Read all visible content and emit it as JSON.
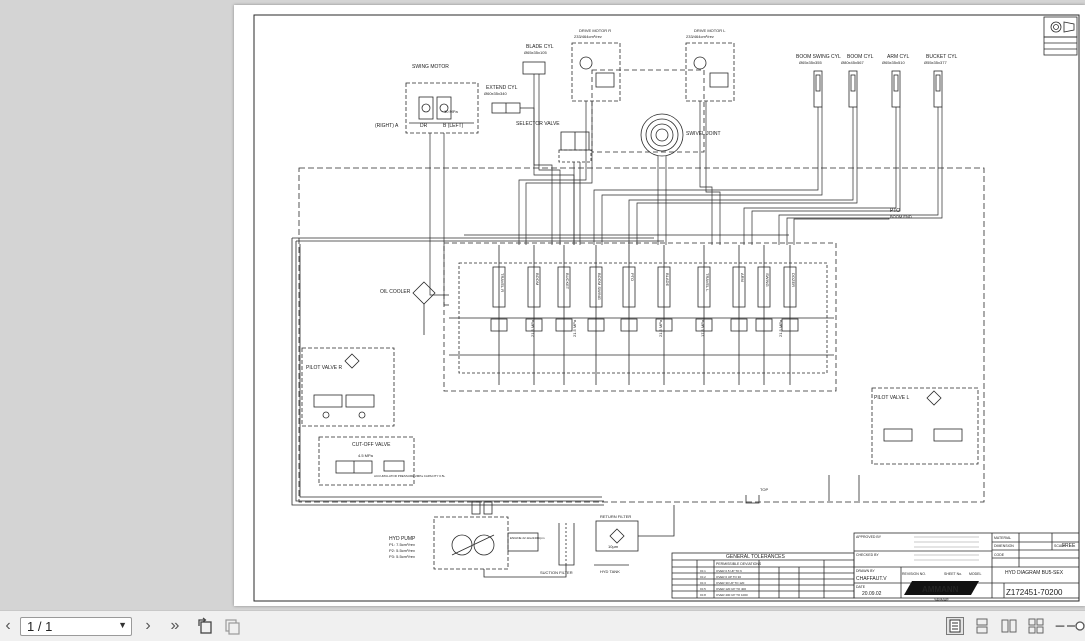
{
  "toolbar": {
    "prev_glyph": "‹",
    "page_indicator": "1 / 1",
    "next_glyph": "›",
    "last_glyph": "»",
    "zoom_out_glyph": "−",
    "icons": [
      "chevron-left-icon",
      "chevron-right-icon",
      "double-chevron-right-icon",
      "rotate-page-icon",
      "page-thumbnail-icon",
      "single-page-view-icon",
      "continuous-view-icon",
      "two-page-view-icon",
      "two-page-continuous-icon",
      "zoom-out-icon",
      "zoom-slider-icon"
    ]
  },
  "drawing": {
    "swing_motor": "SWING MOTOR",
    "right_a": "(RIGHT) A",
    "b_left": "B (LEFT)",
    "dr": "DR",
    "swing_pressure": "10 MPa",
    "blade_cyl": "BLADE CYL",
    "blade_cyl_dim": "Ø65x35x105",
    "extend_cyl": "EXTEND CYL",
    "extend_cyl_dim": "Ø60x35x340",
    "drive_motor_r": "DRIVE MOTOR R",
    "drive_motor_r_spec": "233/464cm³/rev",
    "drive_motor_l": "DRIVE MOTOR L",
    "drive_motor_l_spec": "233/464cm³/rev",
    "boom_swing_cyl": "BOOM SWING CYL",
    "boom_swing_cyl_dim": "Ø65x35x355",
    "boom_cyl": "BOOM CYL",
    "boom_cyl_dim": "Ø80x45x567",
    "arm_cyl": "ARM CYL",
    "arm_cyl_dim": "Ø65x35x510",
    "bucket_cyl": "BUCKET CYL",
    "bucket_cyl_dim": "Ø55x35x377",
    "selector_valve": "SELECTOR VALVE",
    "swivel_joint": "SWIVEL JOINT",
    "pto": "PTO",
    "pto_sub": "BOOM END",
    "oil_cooler": "OIL COOLER",
    "pilot_valve_r": "PILOT VALVE R",
    "pilot_valve_l": "PILOT VALVE L",
    "cut_off_valve": "CUT-OFF VALVE",
    "cut_off_pressure": "4.5 MPa",
    "accumulator_note": "ACCUMULATOR PRESSURE 2MPa CAPACITY 0.5L",
    "top_label": "TOP",
    "hyd_pump": "HYD PUMP",
    "p1": "P1: 7.5cm³/rev",
    "p2": "P2: 5.5cm³/rev",
    "p3": "P3: 5.5cm³/rev",
    "engine_note": "ENGINE 22.1kw/2400rpm",
    "suction_filter": "SUCTION FILTER",
    "hyd_tank": "HYD TANK",
    "return_filter": "RETURN FILTER",
    "return_filter_mesh": "10µm",
    "spool_labels": [
      "TRAVEL R",
      "BOOM",
      "BUCKET",
      "BOOM SWING",
      "PTO",
      "BLADE",
      "TRAVEL L",
      "ARM",
      "SWING",
      "DOZER"
    ],
    "spool_pressures": [
      "21.5 MPa",
      "21.5 MPa",
      "21.5 MPa",
      "17.5 MPa",
      "21.5 MPa"
    ],
    "general_tolerances": "GENERAL TOLERANCES",
    "permissible_deviations": "PERMISSIBLE DEVIATIONS",
    "tolerance_rows": [
      "OVER 0.5 UP TO 6",
      "OVER 6 UP TO 30",
      "OVER 30 UP TO 120",
      "OVER 120 UP TO 400",
      "OVER 400 UP TO 1000"
    ],
    "tolerance_values": [
      "±0.1",
      "±0.2",
      "±0.3",
      "±0.5",
      "±0.8"
    ],
    "approved_by": "APPROVED BY",
    "checked_by": "CHECKED BY",
    "drawn_by": "DRAWN BY",
    "drawn_by_name": "CHAFFAUT.V",
    "date_label": "DATE",
    "date": "20.09.02",
    "revision_no": "REVISION NO.",
    "sheet_no": "SHEET No.",
    "model_label": "MODEL",
    "title": "HYD DIAGRAM BU5-SEX",
    "material": "MATERIAL",
    "dimension": "DIMENSION",
    "code_label": "CODE",
    "scale_label": "SCALE",
    "scale_value": "FREE",
    "brand": "AMMANN",
    "brand_sub": "YANMAR",
    "drawing_number": "Z172451-70200"
  }
}
